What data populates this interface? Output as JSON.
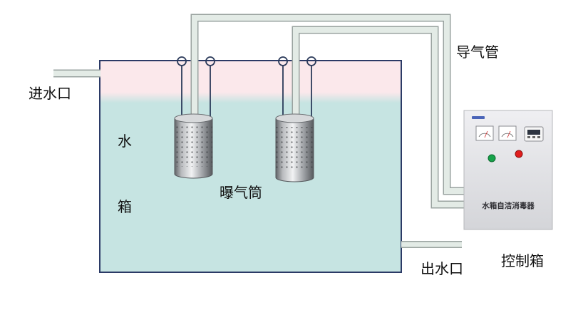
{
  "diagram": {
    "labels": {
      "inlet": "进水口",
      "tank_char_top": "水",
      "tank_char_bottom": "箱",
      "aeration_tube": "曝气筒",
      "air_pipe": "导气管",
      "outlet": "出水口",
      "control_box": "控制箱",
      "device_name": "水箱自洁消毒器"
    },
    "colors": {
      "tank_water": "#c6e4e2",
      "tank_air": "#fbe8eb",
      "tank_border": "#2b3a66",
      "pipe_fill": "#e3ebe6",
      "pipe_edge": "#9aa3a0",
      "indicator_green": "#17a34a",
      "indicator_red": "#e11d1d"
    },
    "icons": {
      "canister": "perforated-steel-cylinder",
      "gauge": "analog-meter",
      "timer": "digital-timer",
      "ring": "hanging-ring"
    }
  }
}
